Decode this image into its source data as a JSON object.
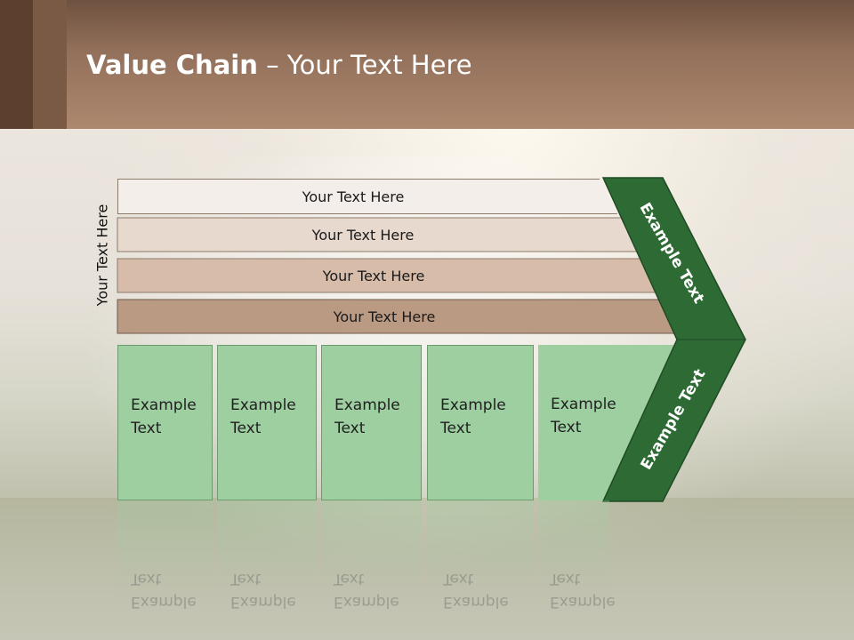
{
  "title": {
    "bold": "Value Chain",
    "rest": " – Your Text Here"
  },
  "side_label": "Your Text Here",
  "bars": [
    "Your Text Here",
    "Your Text Here",
    "Your Text Here",
    "Your Text Here"
  ],
  "boxes": [
    {
      "line1": "Example",
      "line2": "Text"
    },
    {
      "line1": "Example",
      "line2": "Text"
    },
    {
      "line1": "Example",
      "line2": "Text"
    },
    {
      "line1": "Example",
      "line2": "Text"
    },
    {
      "line1": "Example",
      "line2": "Text"
    }
  ],
  "chevron": {
    "upper": "Example Text",
    "lower": "Example Text"
  },
  "colors": {
    "header": "#93705a",
    "chevron": "#2e6b34",
    "boxes": "#9ecfa0",
    "bar_shades": [
      "#f3eeea",
      "#e8d9cf",
      "#d7bcaa",
      "#bb9a83"
    ]
  }
}
